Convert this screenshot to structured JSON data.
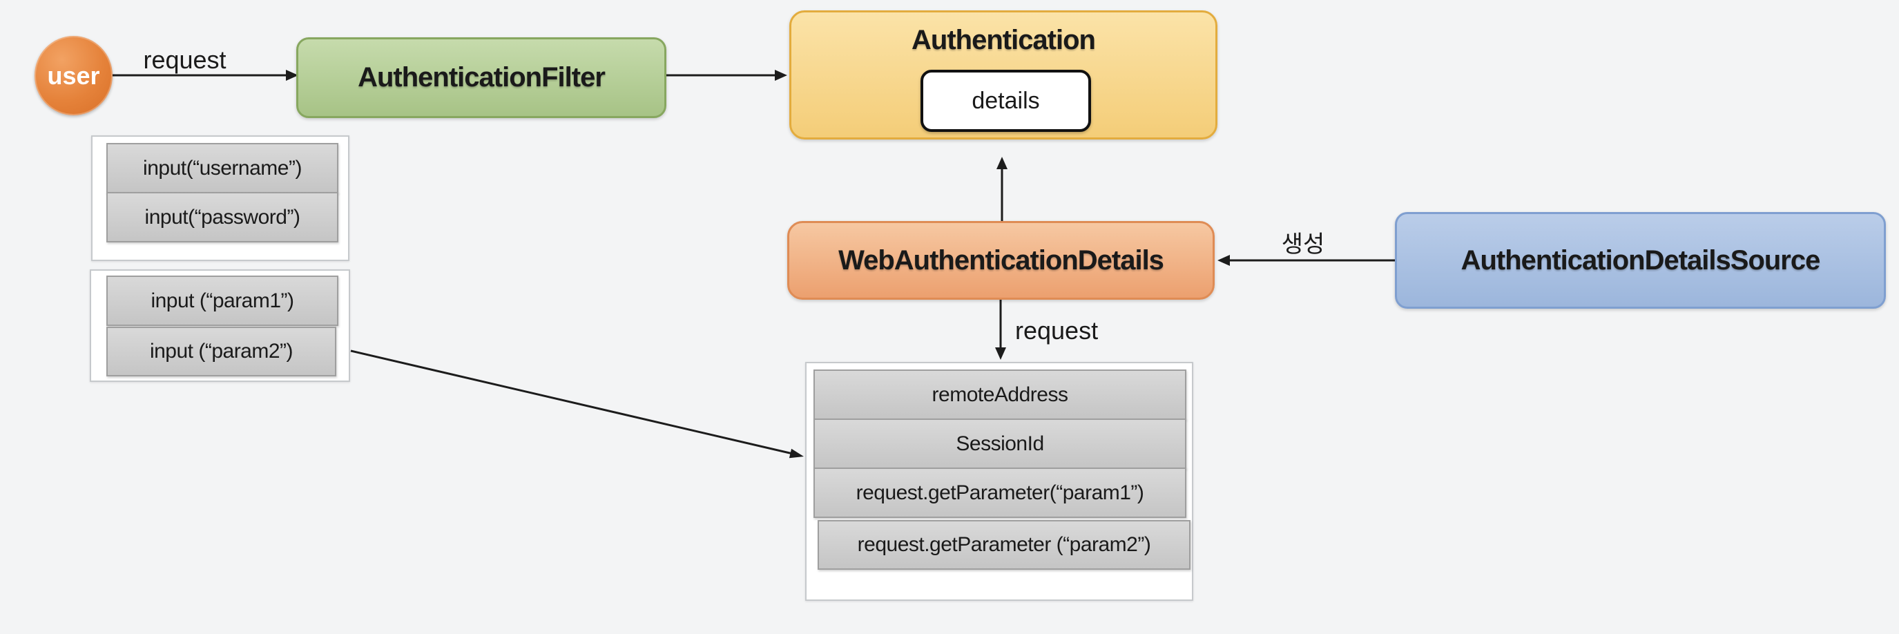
{
  "diagram": {
    "background_color": "#f3f4f5",
    "nodes": {
      "user": {
        "label": "user",
        "fill": "#e5823a",
        "text_color": "#ffffff"
      },
      "authentication_filter": {
        "label": "AuthenticationFilter",
        "fill": "#b6cf99",
        "border": "#87a75f"
      },
      "authentication": {
        "label": "Authentication",
        "fill": "#f7d890",
        "border": "#e3ac3e"
      },
      "details": {
        "label": "details",
        "fill": "#ffffff",
        "border": "#111111"
      },
      "web_authentication_details": {
        "label": "WebAuthenticationDetails",
        "fill": "#f1b489",
        "border": "#df8c55"
      },
      "authentication_details_source": {
        "label": "AuthenticationDetailsSource",
        "fill": "#abc1e3",
        "border": "#7f9fd0"
      }
    },
    "edges": {
      "user_to_filter": {
        "label": "request"
      },
      "source_to_wad": {
        "label": "생성"
      },
      "wad_to_table": {
        "label": "request"
      }
    },
    "lists": {
      "credentials": {
        "rows": [
          "input(“username”)",
          "input(“password”)"
        ]
      },
      "params": {
        "rows": [
          "input (“param1”)",
          "input (“param2”)"
        ]
      },
      "request_details": {
        "rows": [
          "remoteAddress",
          "SessionId",
          "request.getParameter(“param1”)",
          "request.getParameter (“param2”)"
        ]
      }
    }
  }
}
